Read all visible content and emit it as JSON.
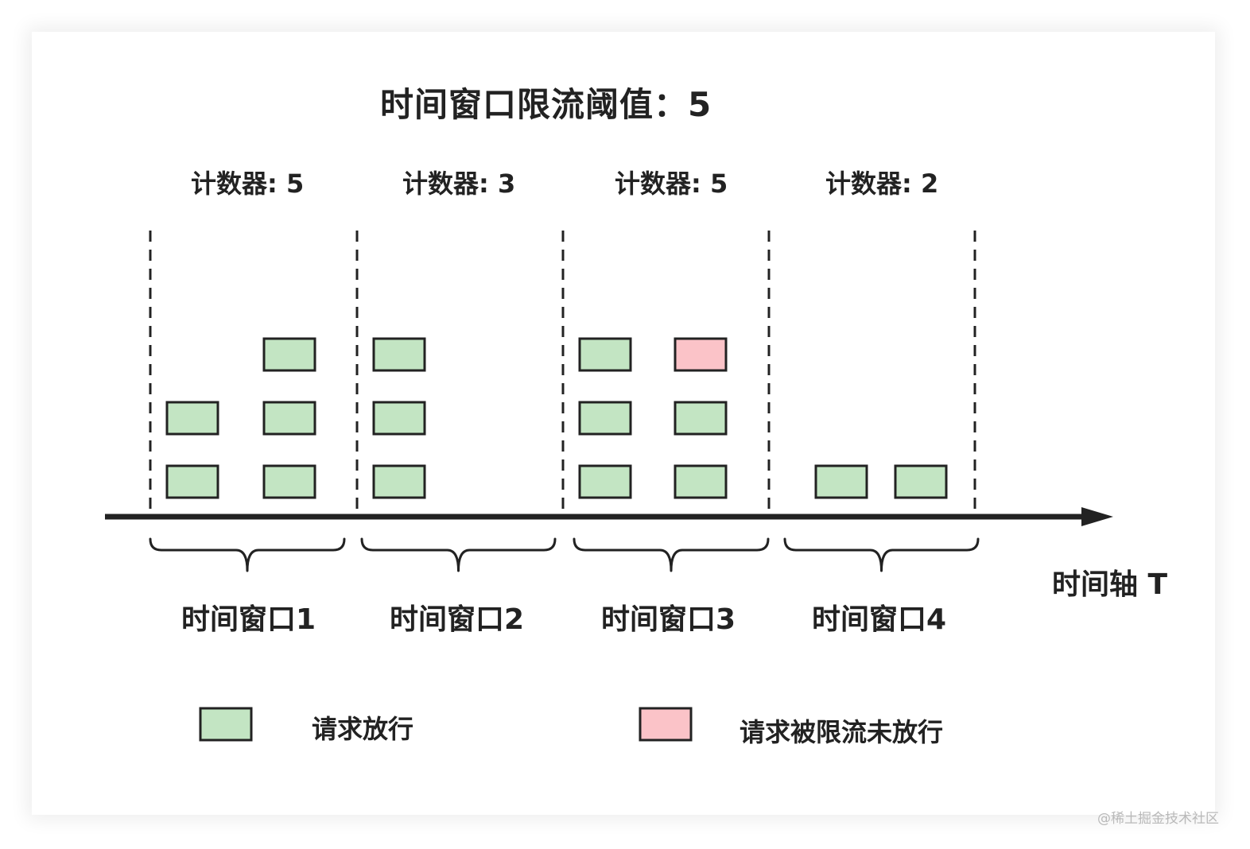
{
  "title": "时间窗口限流阈值：5",
  "windows": [
    {
      "counter_label": "计数器: 5",
      "window_label": "时间窗口1",
      "passed": 5,
      "limited": 0
    },
    {
      "counter_label": "计数器: 3",
      "window_label": "时间窗口2",
      "passed": 3,
      "limited": 0
    },
    {
      "counter_label": "计数器: 5",
      "window_label": "时间窗口3",
      "passed": 5,
      "limited": 1
    },
    {
      "counter_label": "计数器: 2",
      "window_label": "时间窗口4",
      "passed": 2,
      "limited": 0
    }
  ],
  "axis_label": "时间轴 T",
  "legend": {
    "passed_label": "请求放行",
    "limited_label": "请求被限流未放行"
  },
  "watermark": "@稀土掘金技术社区",
  "colors": {
    "passed": "#c3e5c3",
    "limited": "#fbc3c8",
    "stroke": "#222222"
  }
}
